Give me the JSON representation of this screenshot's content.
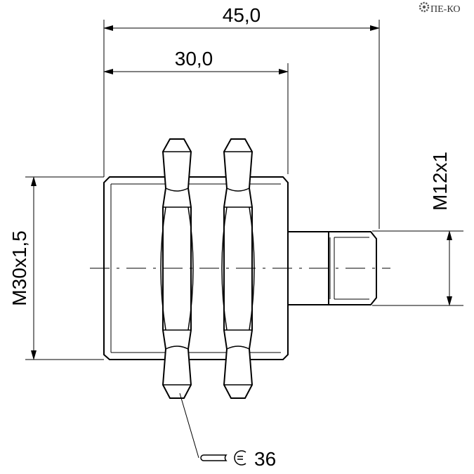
{
  "drawing": {
    "dim_overall_length": "45,0",
    "dim_thread_length": "30,0",
    "dim_body_thread": "M30x1,5",
    "dim_connector_thread": "M12x1",
    "wrench_size": "36"
  },
  "logo": {
    "text": "ПЕ-КО",
    "icon": "gear-icon"
  },
  "colors": {
    "line": "#000000",
    "logo": "#555555"
  }
}
